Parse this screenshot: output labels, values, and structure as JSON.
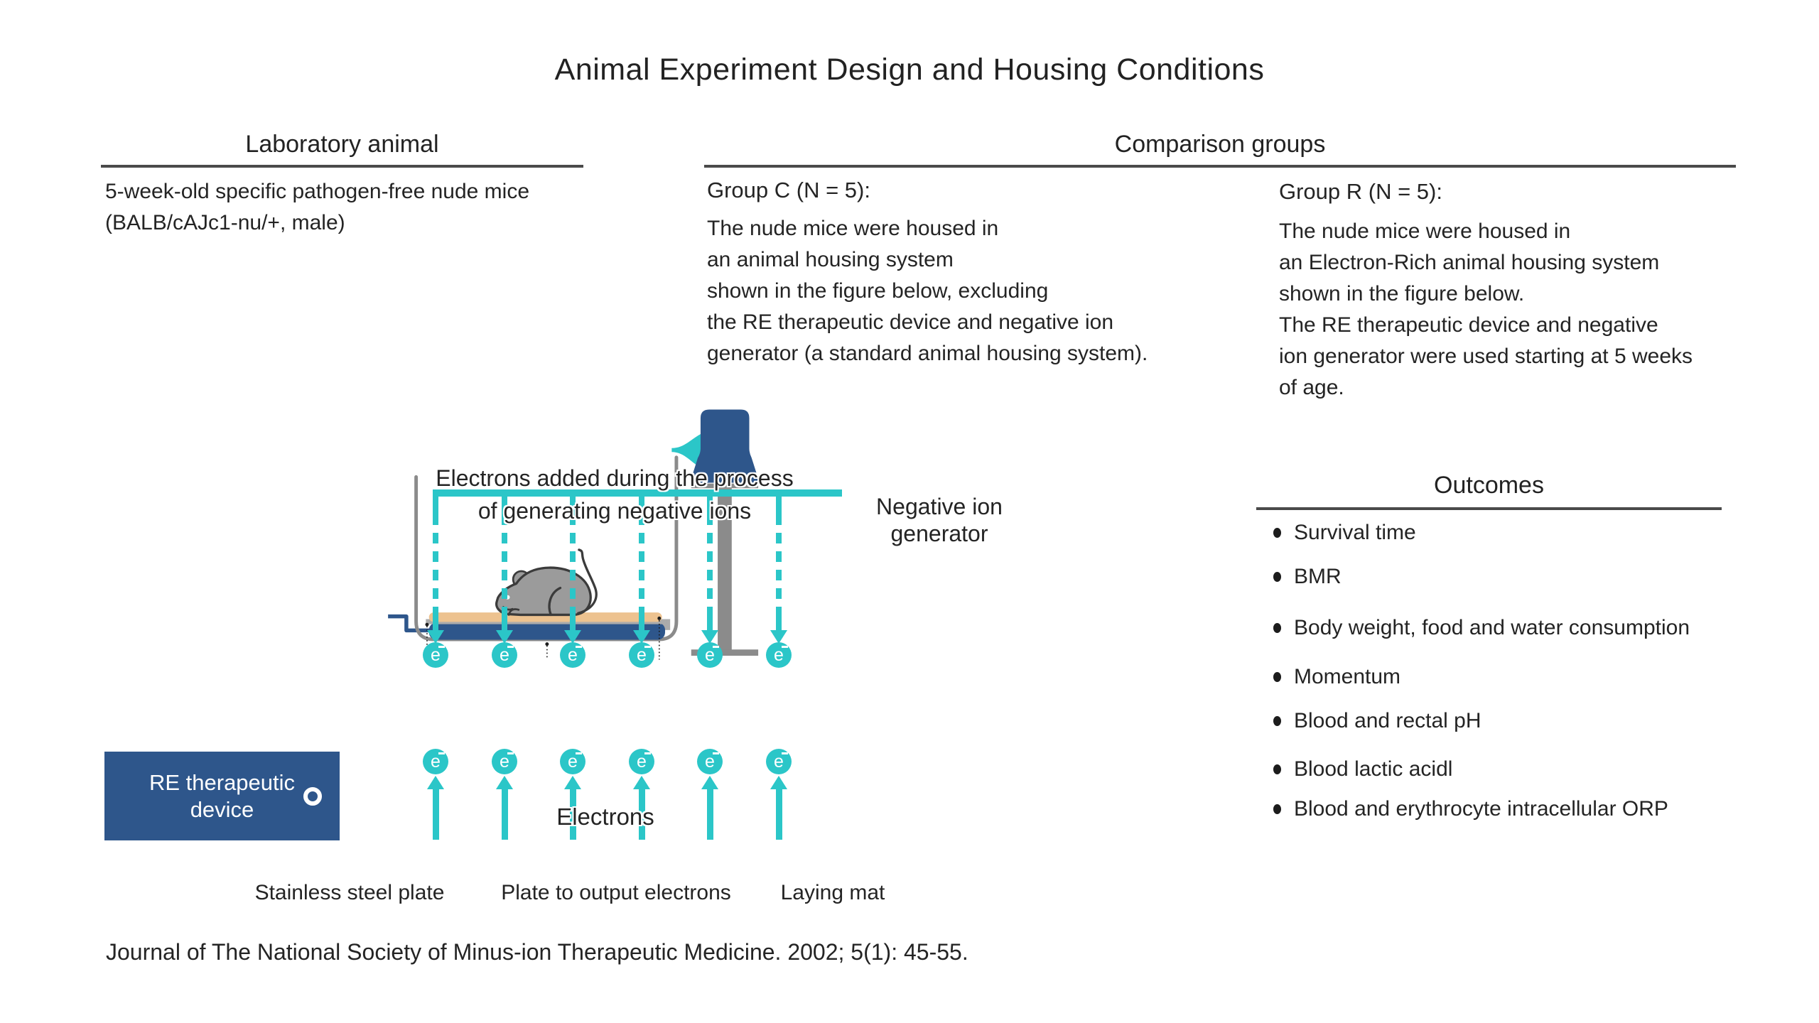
{
  "title": "Animal Experiment Design and Housing Conditions",
  "sections": {
    "laboratory_animal": {
      "heading": "Laboratory animal",
      "lines": [
        "5-week-old specific pathogen-free nude mice",
        "(BALB/cAJc1-nu/+, male)"
      ]
    },
    "comparison_groups": {
      "heading": "Comparison groups",
      "group_c": {
        "title": "Group C (N = 5):",
        "lines": [
          "The nude mice were housed in",
          "an animal housing system",
          "shown in the figure below, excluding",
          "the RE therapeutic device and negative ion",
          "generator (a standard animal housing system)."
        ]
      },
      "group_r": {
        "title": "Group R (N = 5):",
        "lines": [
          "The nude mice were housed in",
          "an Electron-Rich animal housing system",
          "shown in the figure below.",
          "The RE therapeutic device and negative",
          "ion generator were used starting at 5 weeks",
          " of age."
        ]
      }
    },
    "outcomes": {
      "heading": "Outcomes",
      "items": [
        "Survival time",
        "BMR",
        "Body weight, food and water consumption",
        "Momentum",
        "Blood and rectal pH",
        "Blood lactic acidl",
        "Blood and erythrocyte intracellular ORP"
      ]
    }
  },
  "diagram": {
    "process_label_line1": "Electrons added during the process",
    "process_label_line2": "of generating negative ions",
    "generator_label_line1": "Negative ion",
    "generator_label_line2": "generator",
    "electrons_label": "Electrons",
    "device_label_line1": "RE therapeutic",
    "device_label_line2": "device",
    "electron_symbol": "e",
    "plate_labels": [
      "Stainless steel plate",
      "Plate to output electrons",
      "Laying mat"
    ],
    "columns_x": [
      613,
      710,
      806,
      903,
      999,
      1096
    ],
    "colors": {
      "cyan": "#2BC6C8",
      "blue": "#2E568B",
      "tan": "#EDC28F",
      "gray": "#8B8B8B",
      "steel": "#ABABAB",
      "mouse": "#9B9B9B",
      "mouse_outline": "#3B3B3B"
    }
  },
  "citation": "Journal of The National Society of Minus-ion Therapeutic Medicine. 2002; 5(1): 45-55."
}
